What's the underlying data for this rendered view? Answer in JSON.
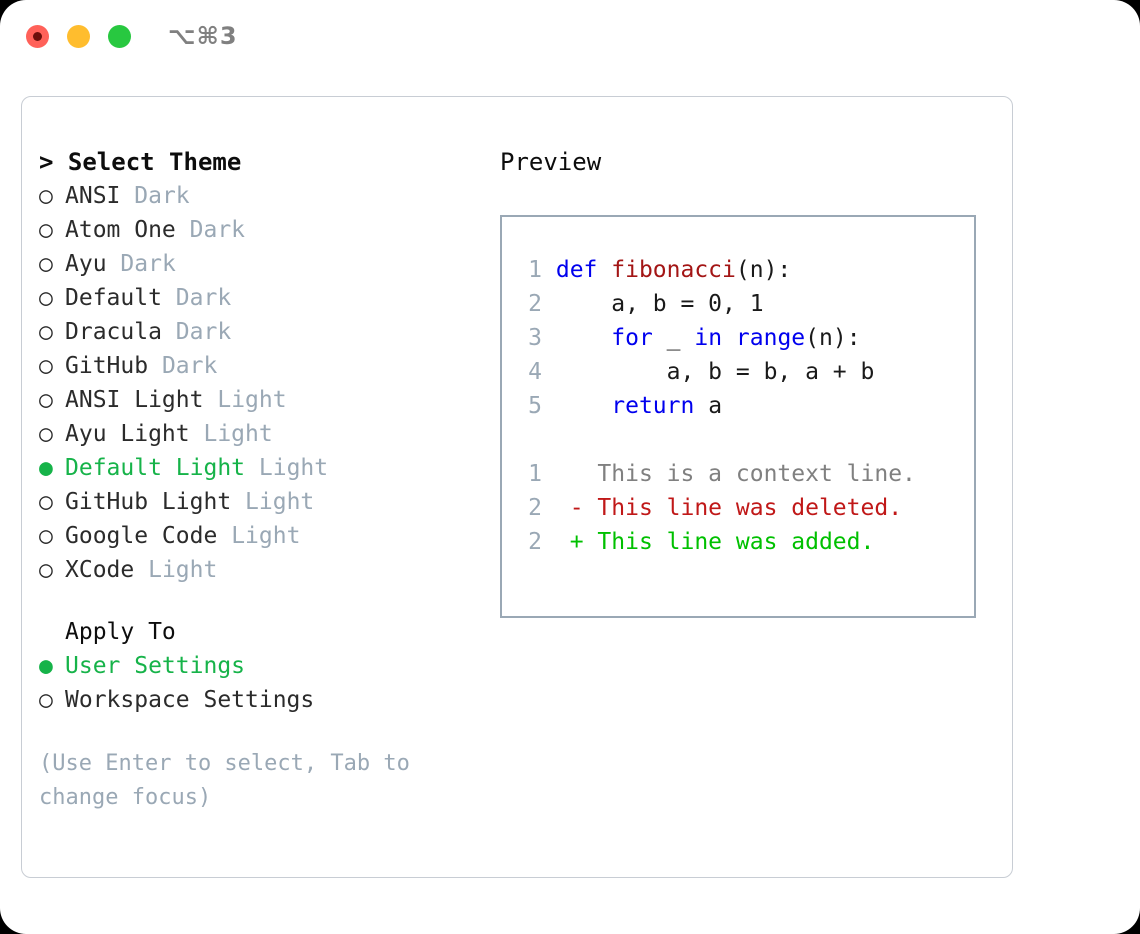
{
  "titlebar": {
    "shortcut": "⌥⌘3",
    "buttons": [
      {
        "name": "close",
        "color": "#ff6159"
      },
      {
        "name": "minimize",
        "color": "#ffbd2e"
      },
      {
        "name": "maximize",
        "color": "#28c840"
      }
    ]
  },
  "theme_picker": {
    "header": "> Select Theme",
    "marker_selected": "●",
    "marker_unselected": "○",
    "items": [
      {
        "marker": "○",
        "name": "ANSI",
        "variant": "Dark",
        "selected": false
      },
      {
        "marker": "○",
        "name": "Atom One",
        "variant": "Dark",
        "selected": false
      },
      {
        "marker": "○",
        "name": "Ayu",
        "variant": "Dark",
        "selected": false
      },
      {
        "marker": "○",
        "name": "Default",
        "variant": "Dark",
        "selected": false
      },
      {
        "marker": "○",
        "name": "Dracula",
        "variant": "Dark",
        "selected": false
      },
      {
        "marker": "○",
        "name": "GitHub",
        "variant": "Dark",
        "selected": false
      },
      {
        "marker": "○",
        "name": "ANSI Light",
        "variant": "Light",
        "selected": false
      },
      {
        "marker": "○",
        "name": "Ayu Light",
        "variant": "Light",
        "selected": false
      },
      {
        "marker": "●",
        "name": "Default Light",
        "variant": "Light",
        "selected": true
      },
      {
        "marker": "○",
        "name": "GitHub Light",
        "variant": "Light",
        "selected": false
      },
      {
        "marker": "○",
        "name": "Google Code",
        "variant": "Light",
        "selected": false
      },
      {
        "marker": "○",
        "name": "XCode",
        "variant": "Light",
        "selected": false
      }
    ]
  },
  "apply_to": {
    "title": "Apply To",
    "options": [
      {
        "marker": "●",
        "label": "User Settings",
        "selected": true
      },
      {
        "marker": "○",
        "label": "Workspace Settings",
        "selected": false
      }
    ]
  },
  "hint": "(Use Enter to select, Tab to change focus)",
  "preview": {
    "title": "Preview",
    "code_lines": [
      {
        "num": "1",
        "tokens": [
          {
            "text": "def ",
            "cls": "kw"
          },
          {
            "text": "fibonacci",
            "cls": "fn"
          },
          {
            "text": "(n):",
            "cls": "code-body"
          }
        ]
      },
      {
        "num": "2",
        "tokens": [
          {
            "text": "    a, b = 0, 1",
            "cls": "code-body"
          }
        ]
      },
      {
        "num": "3",
        "tokens": [
          {
            "text": "    ",
            "cls": "code-body"
          },
          {
            "text": "for",
            "cls": "kw"
          },
          {
            "text": " _ ",
            "cls": "code-body"
          },
          {
            "text": "in",
            "cls": "kw"
          },
          {
            "text": " ",
            "cls": "code-body"
          },
          {
            "text": "range",
            "cls": "bi"
          },
          {
            "text": "(n):",
            "cls": "code-body"
          }
        ]
      },
      {
        "num": "4",
        "tokens": [
          {
            "text": "        a, b = b, a + b",
            "cls": "code-body"
          }
        ]
      },
      {
        "num": "5",
        "tokens": [
          {
            "text": "    ",
            "cls": "code-body"
          },
          {
            "text": "return",
            "cls": "kw"
          },
          {
            "text": " a",
            "cls": "code-body"
          }
        ]
      }
    ],
    "diff_lines": [
      {
        "num": "1",
        "marker": "  ",
        "text": "This is a context line.",
        "cls": "diff-ctx"
      },
      {
        "num": "2",
        "marker": "- ",
        "text": "This line was deleted.",
        "cls": "diff-del"
      },
      {
        "num": "2",
        "marker": "+ ",
        "text": "This line was added.",
        "cls": "diff-add"
      }
    ]
  },
  "colors": {
    "accent_green": "#16b349",
    "muted": "#9aa8b5",
    "keyword": "#0000ee",
    "function": "#a31515",
    "diff_added": "#00c000",
    "diff_deleted": "#c01818",
    "panel_border": "#c8cdd4"
  }
}
